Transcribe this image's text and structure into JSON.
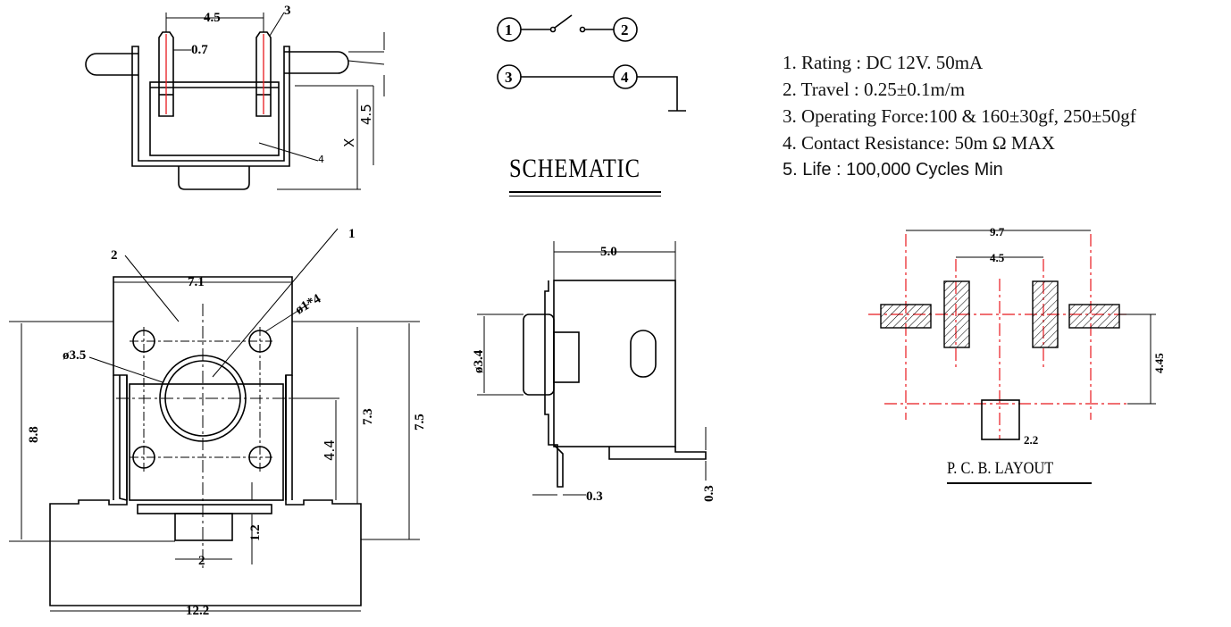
{
  "specs": [
    "1. Rating : DC 12V. 50mA",
    "2. Travel : 0.25±0.1m/m",
    "3. Operating Force:100 & 160±30gf, 250±50gf",
    "4. Contact Resistance: 50m Ω MAX",
    "5. Life : 100,000 Cycles Min"
  ],
  "schematic": {
    "title": "SCHEMATIC",
    "terminals": [
      "1",
      "2",
      "3",
      "4"
    ]
  },
  "pcb_layout": {
    "title": "P. C. B. LAYOUT",
    "dims": {
      "width": "9.7",
      "pitch": "4.5",
      "height": "4.45",
      "pad": "2.2"
    }
  },
  "top_view": {
    "dims": {
      "pitch": "4.5",
      "pin": "0.7",
      "callout3": "3",
      "height": "4.5",
      "x": "X",
      "callout4": "4"
    }
  },
  "front_view": {
    "dims": {
      "callout1": "1",
      "callout2": "2",
      "body_width": "7.1",
      "hole": "ø1*4",
      "actuator": "ø3.5",
      "overall_height": "8.8",
      "h73": "7.3",
      "h75": "7.5",
      "h44": "4.4",
      "h12": "1.2",
      "tab": "2",
      "overall_width": "12.2"
    }
  },
  "side_view": {
    "dims": {
      "depth": "5.0",
      "actuator": "ø3.4",
      "t1": "0.3",
      "t2": "0.3"
    }
  }
}
